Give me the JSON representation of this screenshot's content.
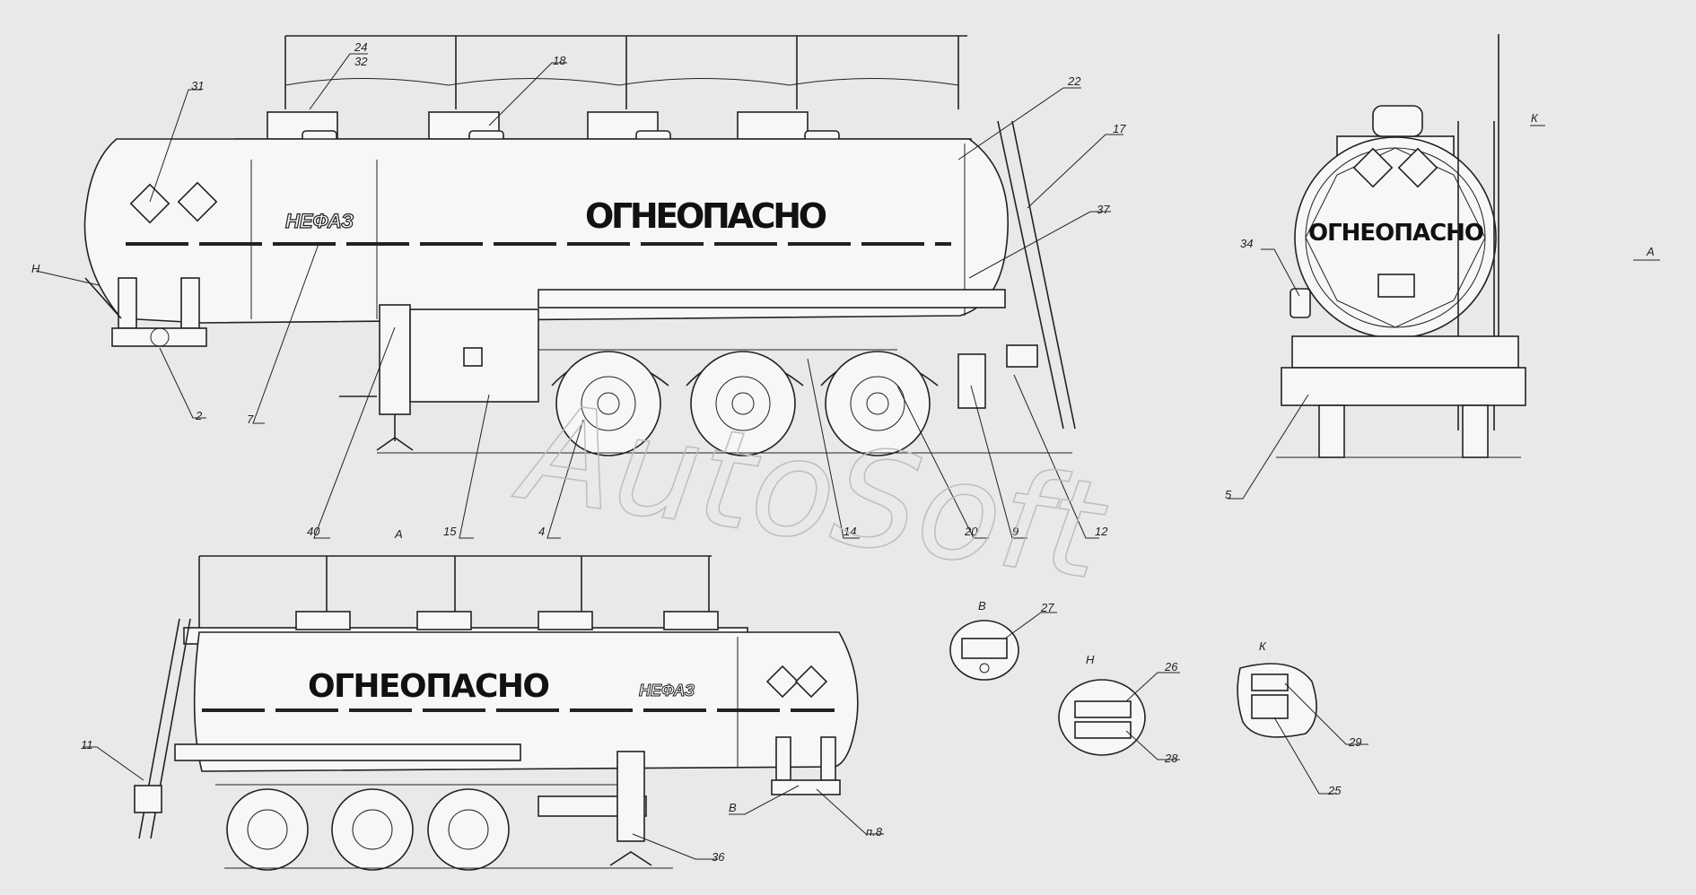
{
  "tank_text": "ОГНЕОПАСНО",
  "brand": "НЕФАЗ",
  "watermark": "AutoSoft",
  "views": {
    "side_right": {
      "callouts": [
        "31",
        "24",
        "32",
        "18",
        "22",
        "17",
        "37",
        "Н",
        "2",
        "7",
        "40",
        "15",
        "4",
        "14",
        "20",
        "9",
        "12"
      ]
    },
    "rear": {
      "callouts": [
        "К",
        "А",
        "34",
        "5"
      ]
    },
    "side_left": {
      "title": "А",
      "callouts": [
        "11",
        "В",
        "п.8",
        "36"
      ]
    },
    "detail_B": {
      "title": "В",
      "callouts": [
        "27"
      ]
    },
    "detail_N": {
      "title": "Н",
      "callouts": [
        "26",
        "28"
      ]
    },
    "detail_K": {
      "title": "К",
      "callouts": [
        "29",
        "25"
      ]
    }
  }
}
